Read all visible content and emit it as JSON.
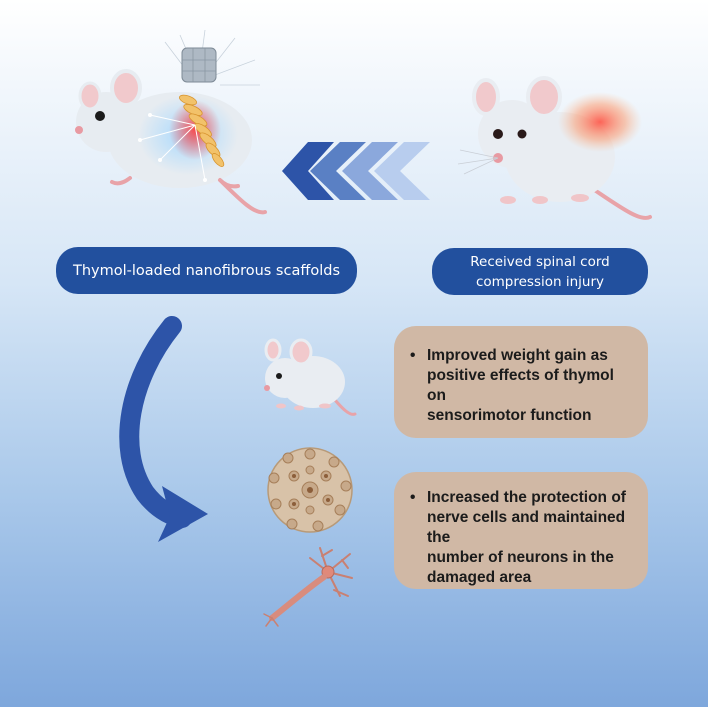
{
  "labels": {
    "treatment": "Thymol-loaded nanofibrous scaffolds",
    "injury_line1": "Received spinal cord",
    "injury_line2": "compression injury"
  },
  "outcomes": [
    {
      "bullet": "•",
      "lines": [
        "Improved weight gain as",
        "positive effects of thymol on",
        "sensorimotor function"
      ]
    },
    {
      "bullet": "•",
      "lines": [
        "Increased the protection of",
        "nerve cells and maintained the",
        "number of neurons in the",
        "damaged area"
      ]
    }
  ],
  "colors": {
    "pill": "#22509e",
    "outcome_box": "#d0b8a5",
    "arrow": "#2d54a8",
    "chevron_1": "#2d54a8",
    "chevron_2": "#5a80c4",
    "chevron_3": "#8ba8dc",
    "chevron_4": "#b8cdee"
  },
  "icons": {
    "treated_mouse": "mouse-with-scaffold-icon",
    "injured_mouse": "injured-mouse-icon",
    "small_mouse": "mouse-icon",
    "cell": "nerve-cell-icon",
    "neuron": "neuron-icon"
  }
}
